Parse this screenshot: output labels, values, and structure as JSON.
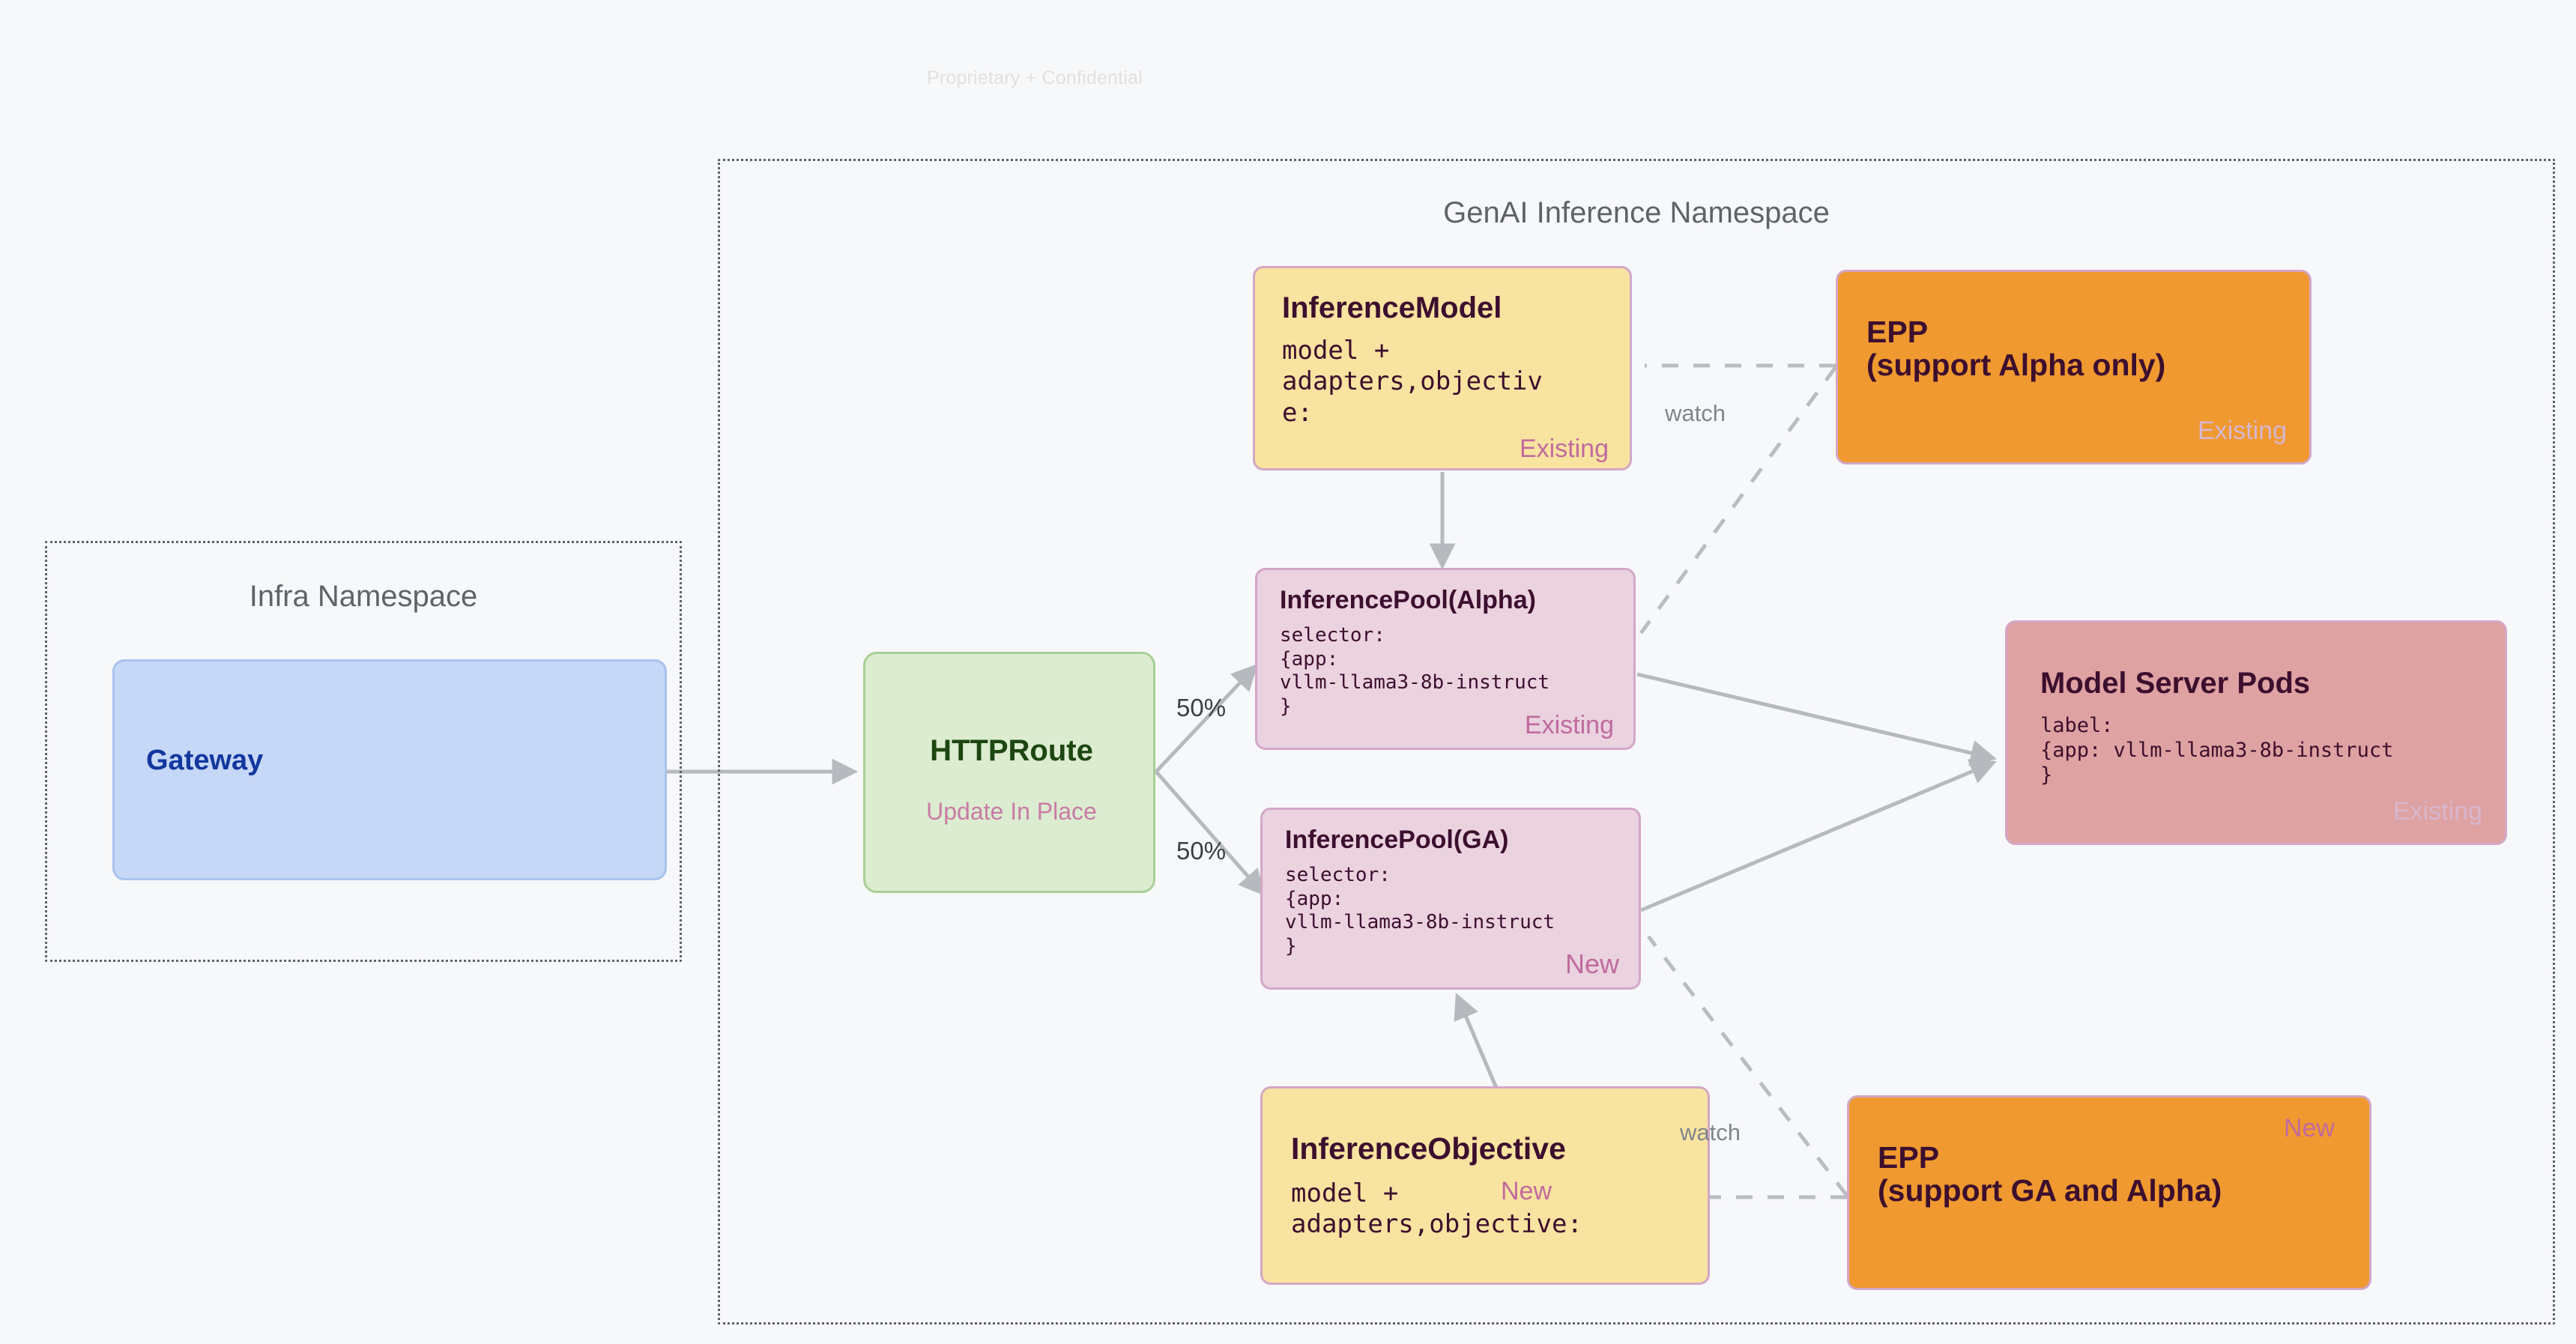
{
  "page": {
    "confidential_notice": "Proprietary + Confidential",
    "background_color": "#f7f8fa"
  },
  "namespaces": [
    {
      "id": "infra",
      "title": "Infra Namespace"
    },
    {
      "id": "genai",
      "title": "GenAI Inference Namespace"
    }
  ],
  "nodes": {
    "gateway": {
      "title": "Gateway"
    },
    "httproute": {
      "title": "HTTPRoute",
      "tag": "Update In Place"
    },
    "inference_model": {
      "title": "InferenceModel",
      "body": "model +\nadapters,objectiv\ne:",
      "tag": "Existing"
    },
    "inference_pool_alpha": {
      "title": "InferencePool(Alpha)",
      "body": "selector:\n{app:\nvllm-llama3-8b-instruct\n}",
      "tag": "Existing"
    },
    "inference_pool_ga": {
      "title": "InferencePool(GA)",
      "body": "selector:\n{app:\nvllm-llama3-8b-instruct\n}",
      "tag": "New"
    },
    "inference_objective": {
      "title": "InferenceObjective",
      "body": "model +\nadapters,objective:",
      "tag": "New"
    },
    "epp_alpha": {
      "title": "EPP\n(support Alpha only)",
      "tag": "Existing"
    },
    "epp_ga": {
      "title": "EPP\n(support GA and Alpha)",
      "tag": "New"
    },
    "model_server_pods": {
      "title": "Model Server Pods",
      "body": "label:\n{app: vllm-llama3-8b-instruct\n}",
      "tag": "Existing"
    }
  },
  "edges": {
    "split_top_label": "50%",
    "split_bottom_label": "50%",
    "watch_top_label": "watch",
    "watch_bottom_label": "watch"
  },
  "colors": {
    "yellow_fill": "#f9e3a0",
    "pink_fill": "#ead2df",
    "orange_fill": "#ef9930",
    "rose_fill": "#dfa2a2",
    "blue_fill": "#c6d7f7",
    "green_fill": "#dcecd1",
    "node_border": "#d3a7c6",
    "tag_color": "#c06a9e",
    "arrow_gray": "#b0b3b8",
    "namespace_border": "#5f6368"
  }
}
